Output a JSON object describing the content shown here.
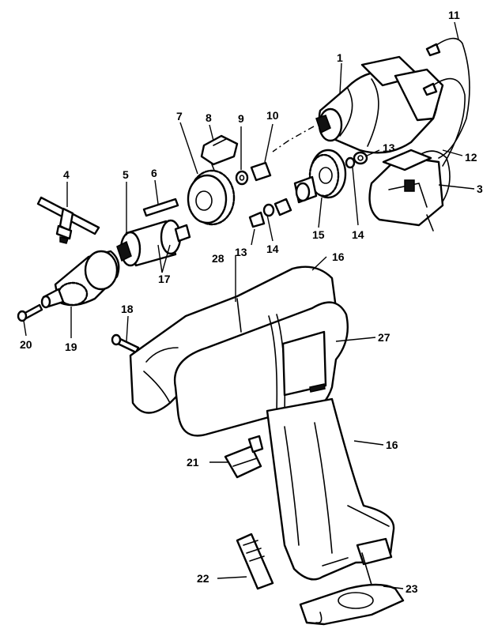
{
  "callouts": {
    "c1": "1",
    "c3": "3",
    "c4": "4",
    "c5": "5",
    "c6": "6",
    "c7": "7",
    "c8": "8",
    "c9": "9",
    "c10": "10",
    "c11": "11",
    "c12": "12",
    "c13a": "13",
    "c13b": "13",
    "c14a": "14",
    "c14b": "14",
    "c15": "15",
    "c16a": "16",
    "c16b": "16",
    "c17": "17",
    "c18": "18",
    "c19": "19",
    "c20": "20",
    "c21": "21",
    "c22": "22",
    "c23": "23",
    "c27": "27",
    "c28": "28"
  },
  "colors": {
    "ink": "#000000",
    "paper": "#ffffff"
  }
}
